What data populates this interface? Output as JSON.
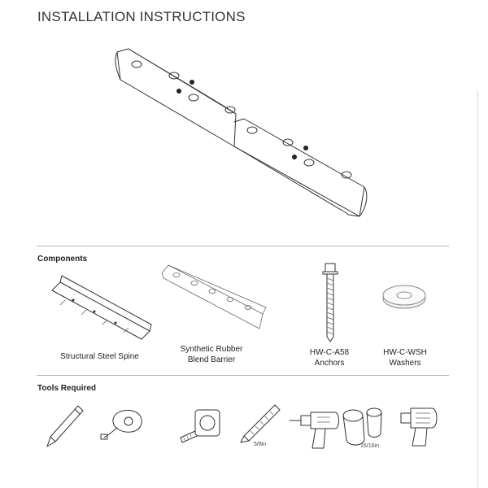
{
  "page": {
    "title": "INSTALLATION INSTRUCTIONS"
  },
  "components": {
    "heading": "Components",
    "items": [
      {
        "id": "spine",
        "line1": "Structural Steel Spine",
        "line2": ""
      },
      {
        "id": "barrier",
        "line1": "Synthetic Rubber",
        "line2": "Blend Barrier"
      },
      {
        "id": "anchors",
        "line1": "HW-C-A58",
        "line2": "Anchors"
      },
      {
        "id": "washers",
        "line1": "HW-C-WSH",
        "line2": "Washers"
      }
    ]
  },
  "tools": {
    "heading": "Tools Required",
    "items": [
      {
        "icon": "pencil-icon"
      },
      {
        "icon": "chalk-line-icon"
      },
      {
        "icon": "tape-measure-icon"
      },
      {
        "icon": "drill-bit-icon",
        "label": "5/8in"
      },
      {
        "icon": "hammer-drill-icon"
      },
      {
        "icon": "socket-icon",
        "label": "15/16in"
      },
      {
        "icon": "impact-wrench-icon"
      }
    ]
  }
}
